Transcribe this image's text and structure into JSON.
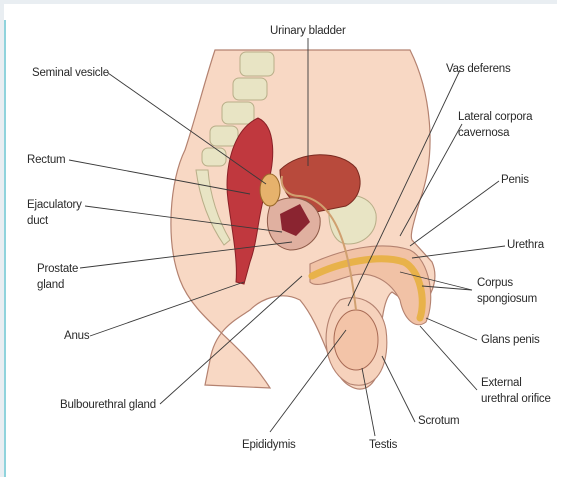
{
  "labels": {
    "urinary_bladder": "Urinary bladder",
    "seminal_vesicle": "Seminal vesicle",
    "vas_deferens": "Vas deferens",
    "lateral_corpora_cavernosa_1": "Lateral corpora",
    "lateral_corpora_cavernosa_2": "cavernosa",
    "rectum": "Rectum",
    "penis": "Penis",
    "ejaculatory_duct_1": "Ejaculatory",
    "ejaculatory_duct_2": "duct",
    "urethra": "Urethra",
    "prostate_gland_1": "Prostate",
    "prostate_gland_2": "gland",
    "corpus_spongiosum_1": "Corpus",
    "corpus_spongiosum_2": "spongiosum",
    "anus": "Anus",
    "glans_penis": "Glans penis",
    "external_urethral_orifice_1": "External",
    "external_urethral_orifice_2": "urethral orifice",
    "bulbourethral_gland": "Bulbourethral gland",
    "scrotum": "Scrotum",
    "epididymis": "Epididymis",
    "testis": "Testis"
  },
  "colors": {
    "skin": "#f8d8c4",
    "skin_outline": "#b48270",
    "bone": "#e8e4c4",
    "rectum": "#c0383e",
    "bladder": "#b84a3c",
    "urethra": "#e8b24a",
    "leader_line": "#3a3a3a"
  }
}
